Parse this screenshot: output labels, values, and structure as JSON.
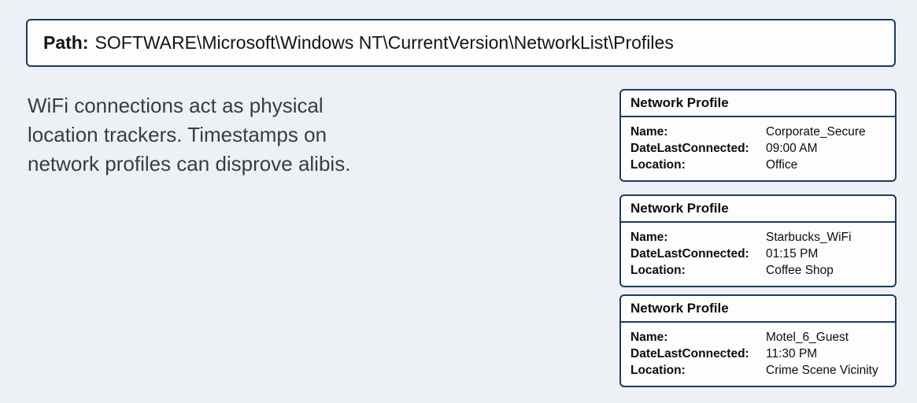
{
  "page": {
    "background_color": "#edf1f6",
    "border_color": "#1e3a5f"
  },
  "path_bar": {
    "label": "Path:",
    "value": "SOFTWARE\\Microsoft\\Windows NT\\CurrentVersion\\NetworkList\\Profiles"
  },
  "description": {
    "lines": [
      "WiFi connections act as physical",
      "location trackers. Timestamps on",
      "network profiles can disprove alibis."
    ]
  },
  "profiles": [
    {
      "title": "Network Profile",
      "rows": [
        {
          "label": "Name:",
          "value": "Corporate_Secure"
        },
        {
          "label": "DateLastConnected:",
          "value": "09:00 AM"
        },
        {
          "label": "Location:",
          "value": "Office"
        }
      ]
    },
    {
      "title": "Network Profile",
      "rows": [
        {
          "label": "Name:",
          "value": "Starbucks_WiFi"
        },
        {
          "label": "DateLastConnected:",
          "value": "01:15 PM"
        },
        {
          "label": "Location:",
          "value": "Coffee Shop"
        }
      ]
    },
    {
      "title": "Network Profile",
      "rows": [
        {
          "label": "Name:",
          "value": "Motel_6_Guest"
        },
        {
          "label": "DateLastConnected:",
          "value": "11:30 PM"
        },
        {
          "label": "Location:",
          "value": "Crime Scene Vicinity"
        }
      ]
    }
  ]
}
